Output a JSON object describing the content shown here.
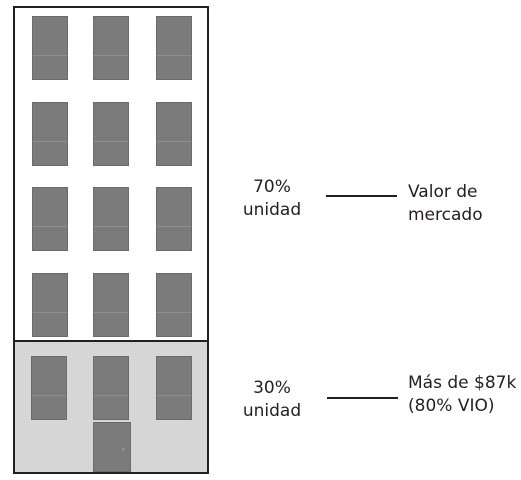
{
  "upper": {
    "share": "70%",
    "unit": "unidad",
    "value_line1": "Valor de",
    "value_line2": "mercado"
  },
  "lower": {
    "share": "30%",
    "unit": "unidad",
    "value_line1": "Más de $87k",
    "value_line2": "(80% VIO)"
  }
}
